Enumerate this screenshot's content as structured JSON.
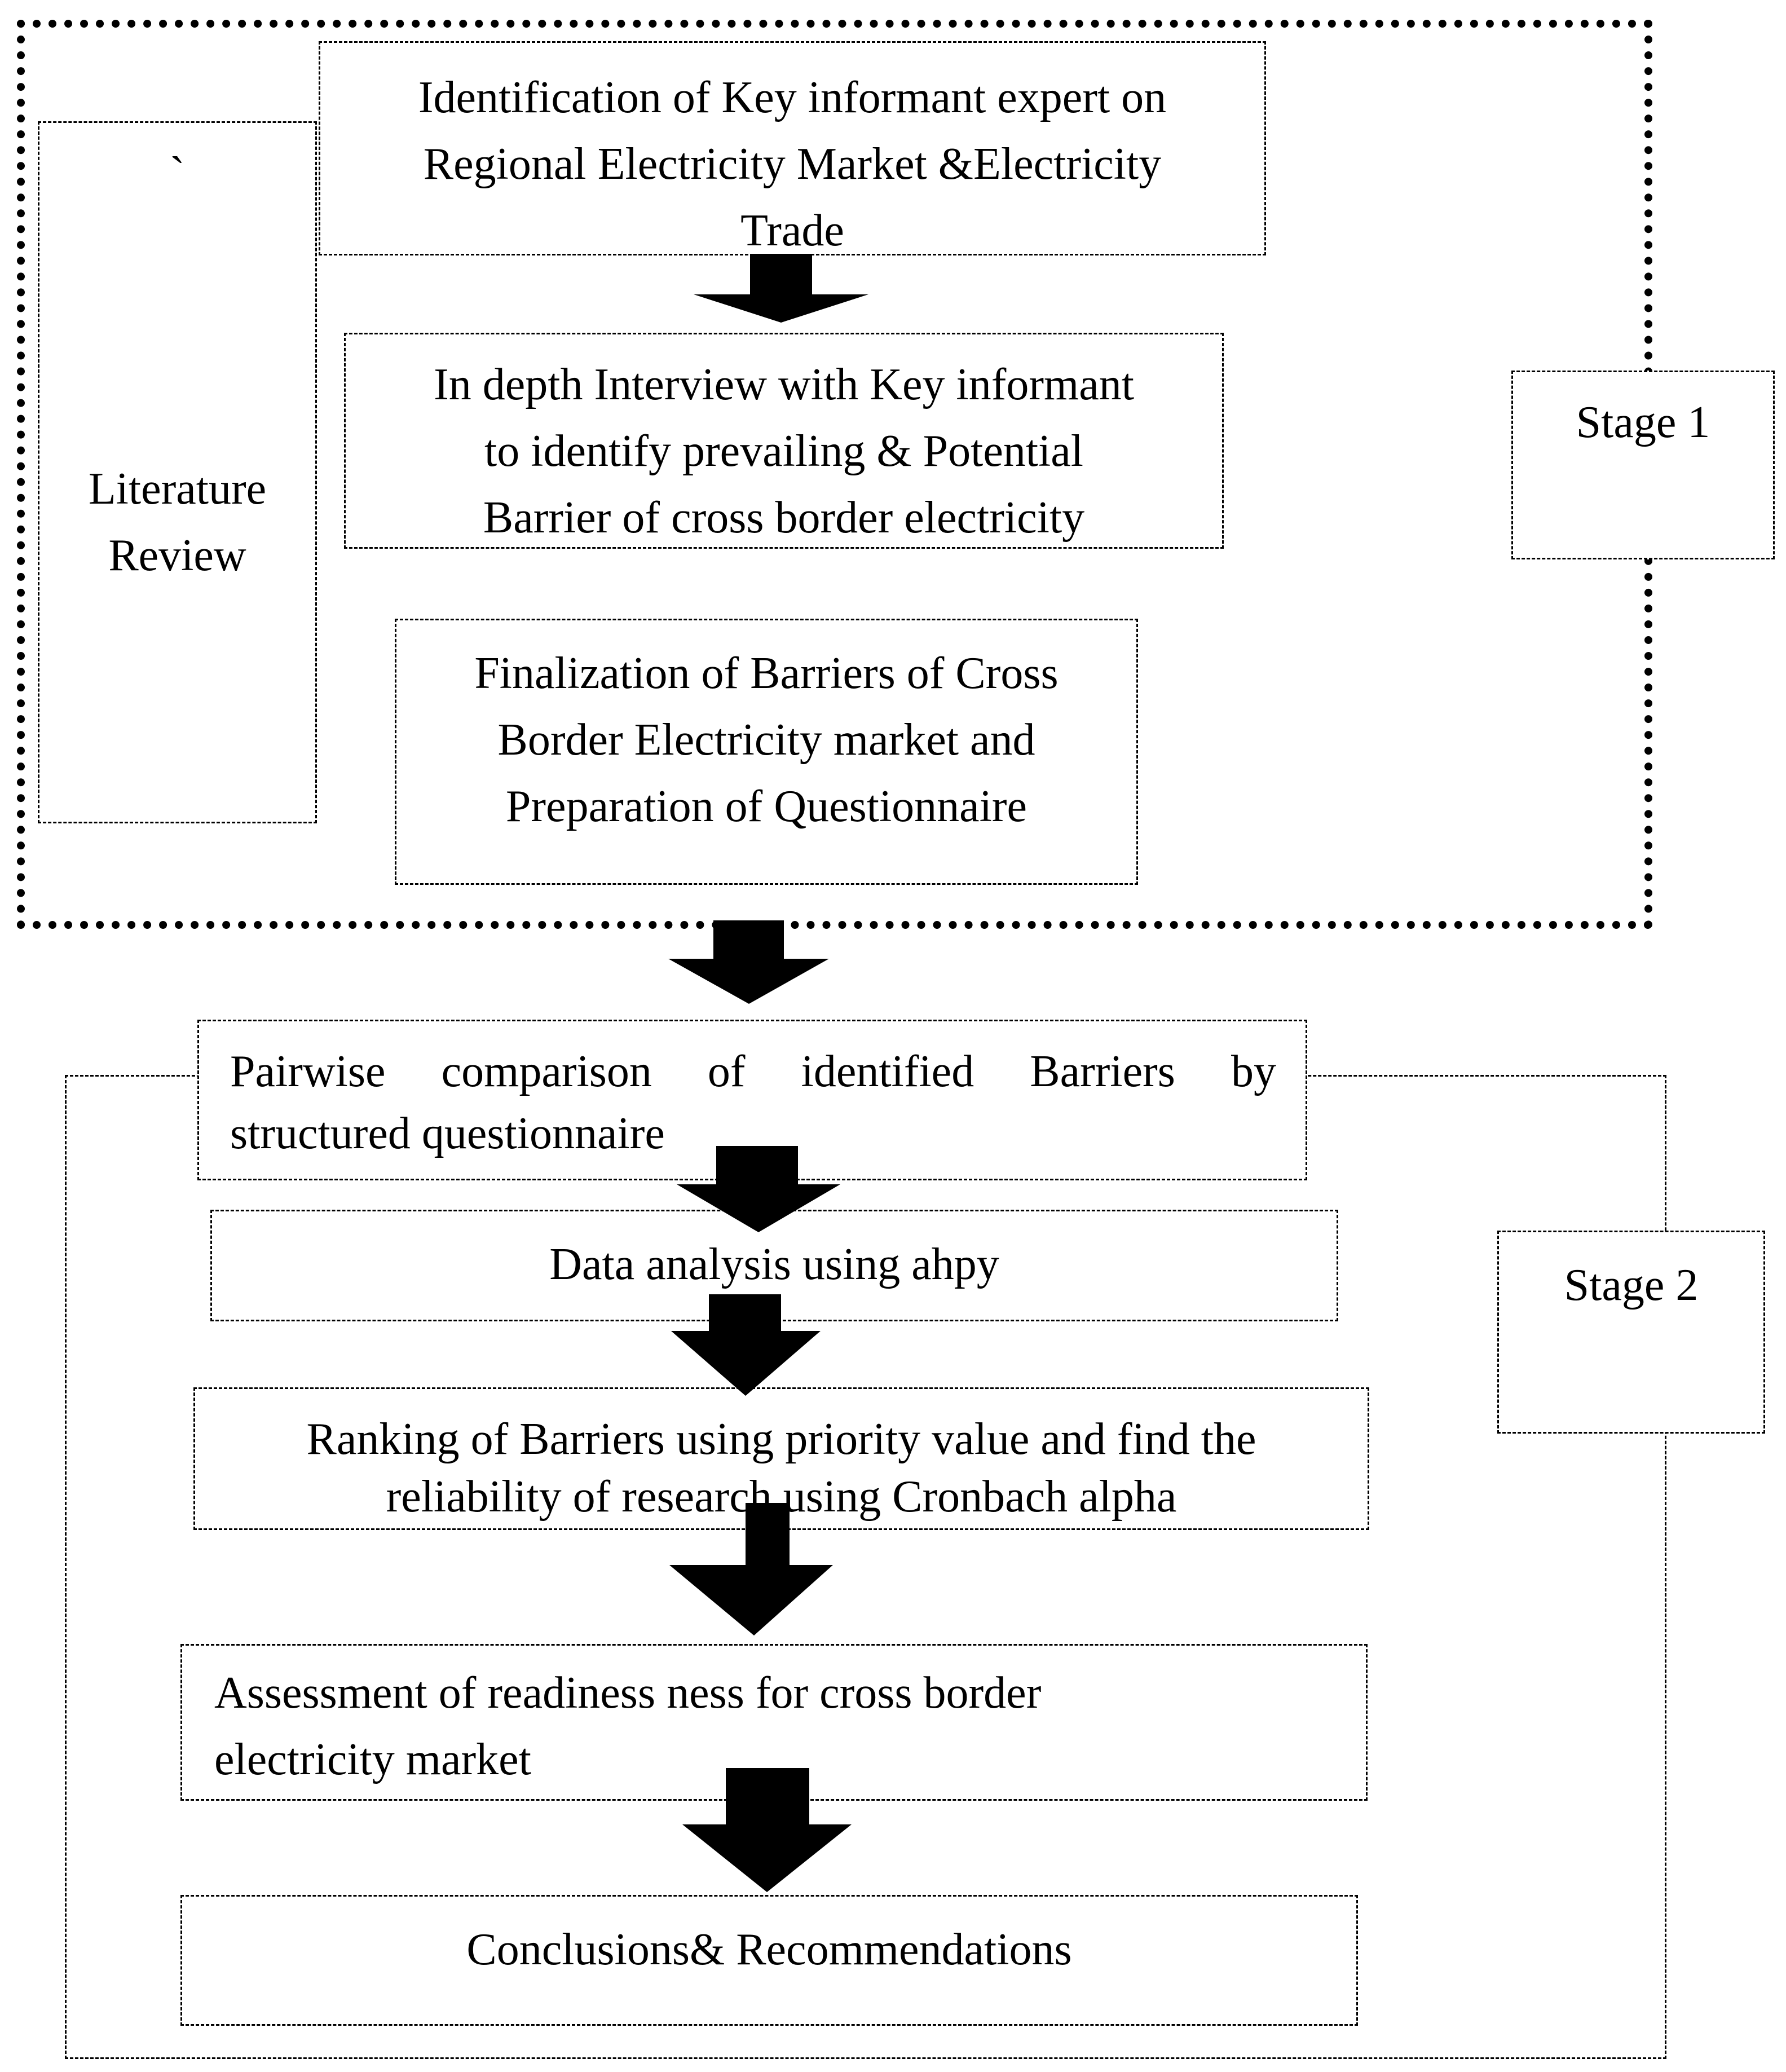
{
  "stage1": {
    "label": "Stage 1",
    "literature_mark": "`",
    "literature_line1": "Literature",
    "literature_line2": "Review",
    "box1": {
      "line1": "Identification of Key informant expert on",
      "line2": "Regional Electricity Market &Electricity",
      "line3": "Trade"
    },
    "box2": {
      "line1": "In depth Interview with Key informant",
      "line2": "to identify prevailing & Potential",
      "line3": "Barrier of cross border electricity"
    },
    "box3": {
      "line1": "Finalization of Barriers of Cross",
      "line2": "Border Electricity market and",
      "line3": "Preparation of Questionnaire"
    }
  },
  "stage2": {
    "label": "Stage 2",
    "box1": {
      "line1": "Pairwise comparison of identified Barriers by",
      "line2": "structured questionnaire"
    },
    "box2": {
      "line1": "Data analysis using ahpy"
    },
    "box3": {
      "line1": "Ranking of Barriers using priority value and find the",
      "line2": "reliability of research using Cronbach alpha"
    },
    "box4": {
      "line1": "Assessment of readiness ness for cross border",
      "line2": "electricity market"
    },
    "box5": {
      "line1": "Conclusions& Recommendations"
    }
  }
}
